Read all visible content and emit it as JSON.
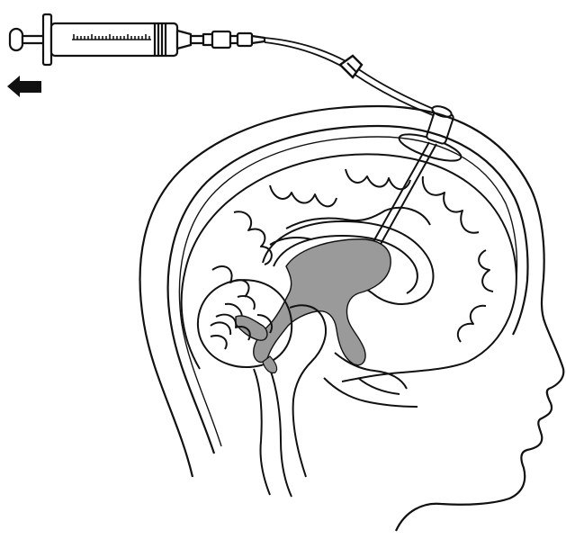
{
  "colors": {
    "background": "#ffffff",
    "outline": "#111111",
    "ventricle_fill": "#9a9a9a",
    "syringe_fill": "#ffffff",
    "arrow_fill": "#111111"
  },
  "icons": {
    "arrow": "arrow-left-icon"
  },
  "parts": [
    "syringe",
    "tubing",
    "drainage-catheter",
    "skull",
    "brain",
    "lateral-ventricle",
    "cerebellum",
    "brainstem",
    "face-profile"
  ]
}
